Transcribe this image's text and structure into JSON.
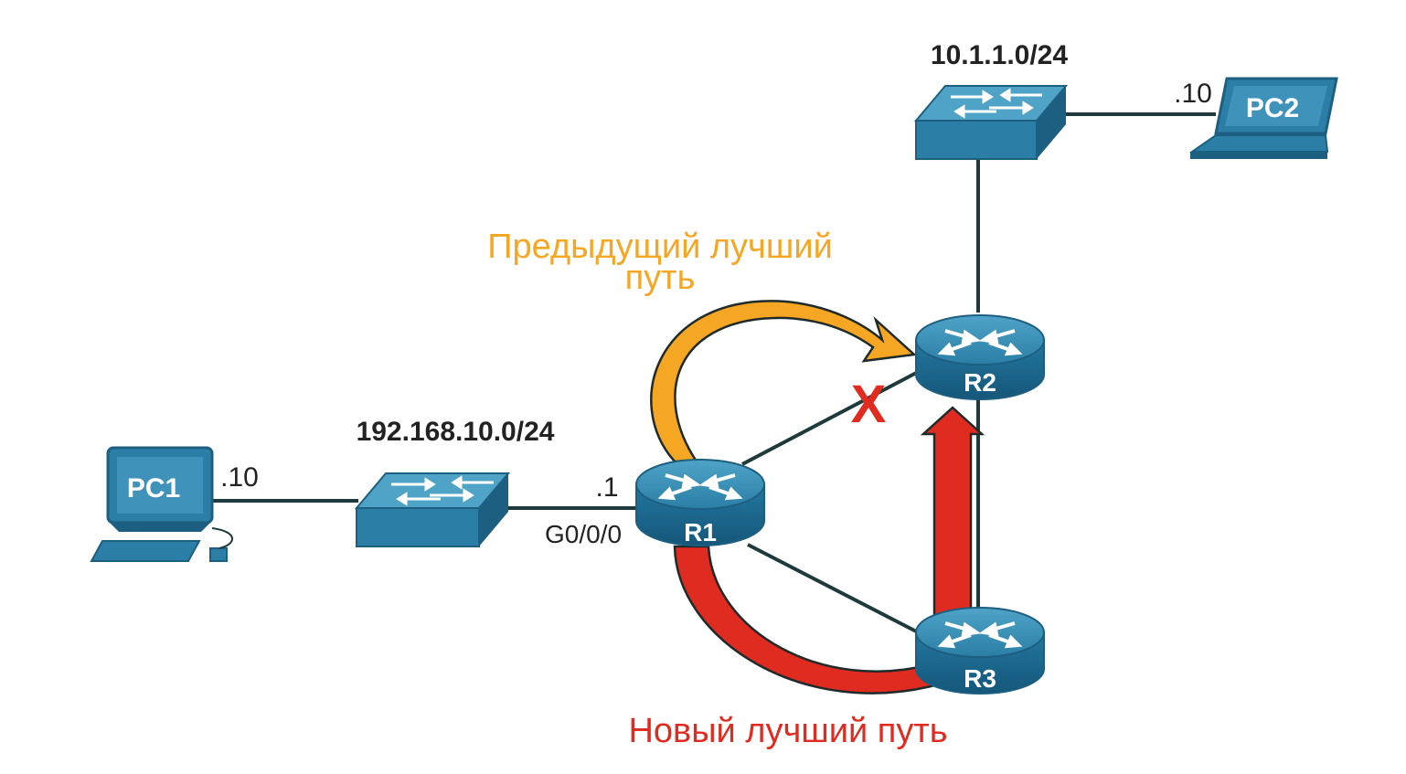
{
  "networks": {
    "lan_left": "192.168.10.0/24",
    "lan_right": "10.1.1.0/24"
  },
  "devices": {
    "pc1": "PC1",
    "pc2": "PC2",
    "r1": "R1",
    "r2": "R2",
    "r3": "R3"
  },
  "addresses": {
    "pc1_host": ".10",
    "pc2_host": ".10",
    "r1_host": ".1",
    "r1_interface": "G0/0/0"
  },
  "paths": {
    "previous_line1": "Предыдущий лучший",
    "previous_line2": "путь",
    "new": "Новый лучший путь",
    "failure_mark": "X"
  },
  "colors": {
    "device_blue": "#2b7fa6",
    "device_dark": "#1d5f80",
    "link": "#1f3a3a",
    "previous_path": "#f5a623",
    "new_path": "#e02b20",
    "failure": "#e02b20"
  }
}
